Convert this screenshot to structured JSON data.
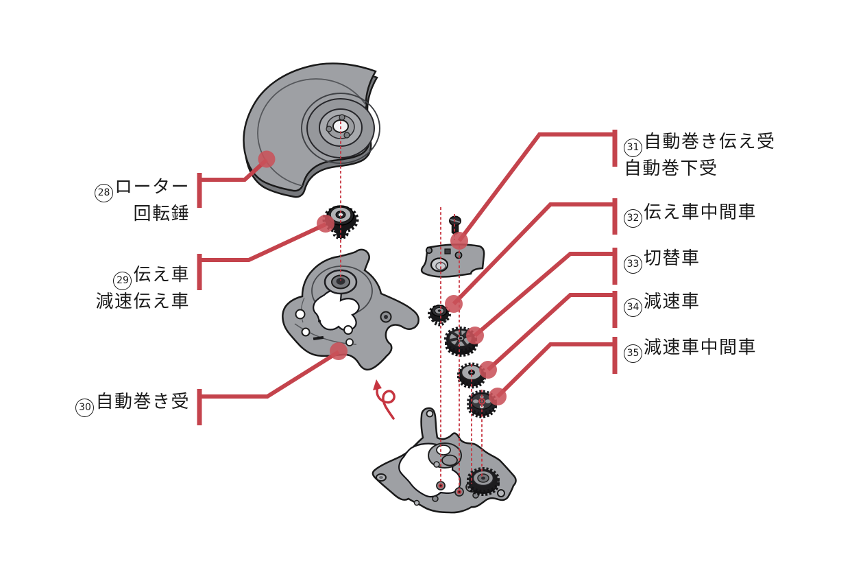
{
  "figure": {
    "description_labels_present": true
  },
  "colors": {
    "accent_red": "#C4434C",
    "callout_dot_red": "#C9525A",
    "centerline_red": "#C63540",
    "part_gray": "#9EA0A4",
    "part_outline": "#1A1A1A",
    "background": "#FFFFFF"
  },
  "labels": {
    "left": [
      {
        "number": "28",
        "lines": [
          "ローター",
          "回転錘"
        ]
      },
      {
        "number": "29",
        "lines": [
          "伝え車",
          "減速伝え車"
        ]
      },
      {
        "number": "30",
        "lines": [
          "自動巻き受"
        ]
      }
    ],
    "right": [
      {
        "number": "31",
        "lines": [
          "自動巻き伝え受",
          "自動巻下受"
        ]
      },
      {
        "number": "32",
        "lines": [
          "伝え車中間車"
        ]
      },
      {
        "number": "33",
        "lines": [
          "切替車"
        ]
      },
      {
        "number": "34",
        "lines": [
          "減速車"
        ]
      },
      {
        "number": "35",
        "lines": [
          "減速車中間車"
        ]
      }
    ]
  }
}
